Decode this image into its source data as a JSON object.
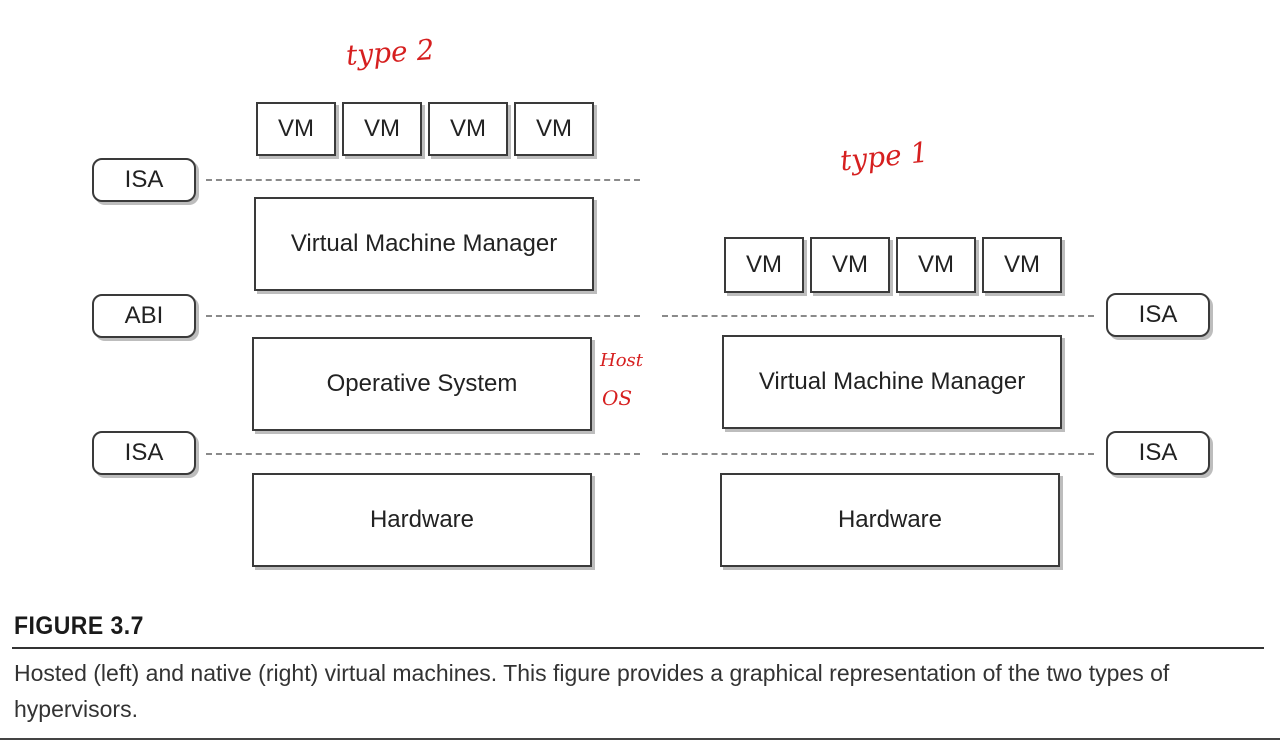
{
  "annotations": {
    "type2": "type 2",
    "type1": "type 1",
    "host_os": [
      "Host",
      "OS"
    ]
  },
  "hosted": {
    "vms": [
      "VM",
      "VM",
      "VM",
      "VM"
    ],
    "vmm": "Virtual Machine Manager",
    "os": "Operative System",
    "hardware": "Hardware",
    "interfaces": [
      "ISA",
      "ABI",
      "ISA"
    ]
  },
  "native": {
    "vms": [
      "VM",
      "VM",
      "VM",
      "VM"
    ],
    "vmm": "Virtual Machine Manager",
    "hardware": "Hardware",
    "interfaces": [
      "ISA",
      "ISA"
    ]
  },
  "figure": {
    "label": "FIGURE 3.7",
    "caption": "Hosted (left) and native (right) virtual machines. This figure provides a graphical representation of the two types of hypervisors."
  }
}
